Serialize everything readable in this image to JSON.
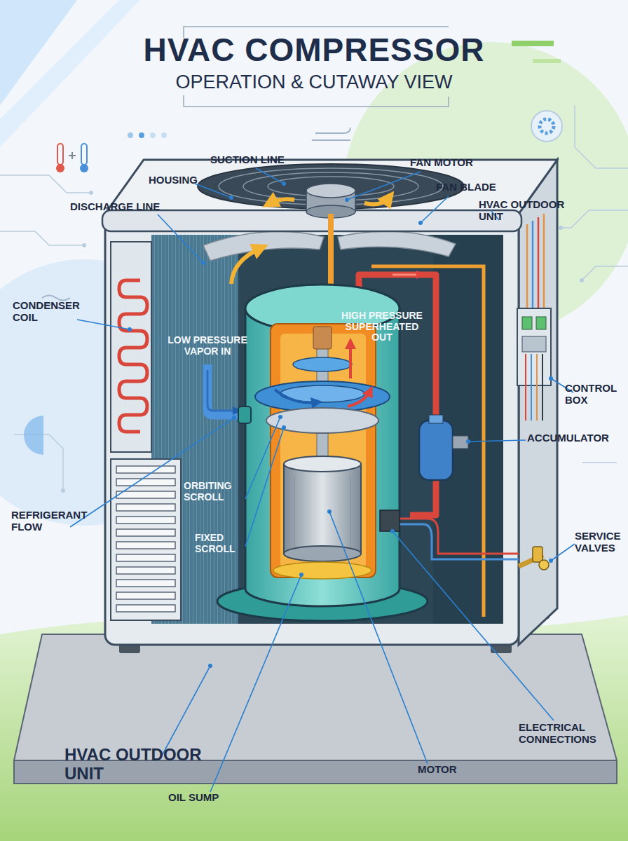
{
  "diagram": {
    "title": "HVAC COMPRESSOR",
    "labels": [
      "OPERATION & CUTAWAY VIEW",
      "SUCTION LINE",
      "HOUSING",
      "FAN MOTOR",
      "FAN BLADE",
      "DISCHARGE LINE",
      "HVAC OUTDOOR UNIT",
      "HIGH PRESSURE SUPERHEATED OUT",
      "LOW PRESSURE VAPOR IN",
      "CONDENSER COIL",
      "CONTROL BOX",
      "ACCUMULATOR",
      "REFRIGERANT FLOW",
      "ORBITING SCROLL",
      "FIXED SCROLL",
      "SERVICE VALVES",
      "ELECTRICAL CONNECTIONS",
      "HVAC OUTDOOR UNIT",
      "MOTOR",
      "OIL SUMP"
    ]
  }
}
